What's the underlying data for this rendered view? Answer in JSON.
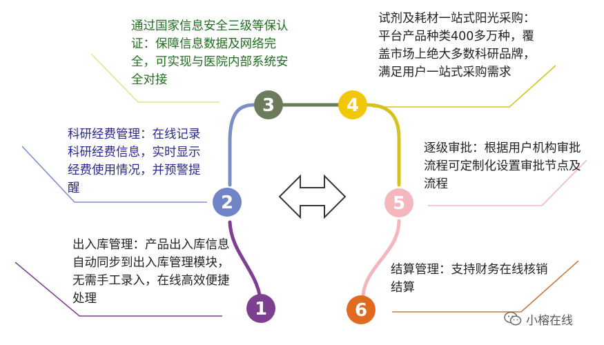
{
  "steps": [
    {
      "number": "1",
      "text": "出入库管理：产品出入库信息自动同步到出入库管理模块，无需手工录入，在线高效便捷处理",
      "color": "#7d3f8f",
      "line_color": "#7d3f8f"
    },
    {
      "number": "2",
      "text": "科研经费管理：在线记录科研经费信息，实时显示经费使用情况，并预警提醒",
      "color": "#6f85c8",
      "line_color": "#7a8fc4"
    },
    {
      "number": "3",
      "text": "通过国家信息安全三级等保认证：保障信息数据及网络完全，可实现与医院内部系统安全对接",
      "color": "#6b7b5c",
      "line_color": "#e4e48a"
    },
    {
      "number": "4",
      "text": "试剂及耗材一站式阳光采购：平台产品种类400多万种，覆盖市场上绝大多数科研品牌，满足用户一站式采购需求",
      "color": "#f0c70a",
      "line_color": "#d6c21e"
    },
    {
      "number": "5",
      "text": "逐级审批：根据用户机构审批流程可定制化设置审批节点及流程",
      "color": "#f5b6be",
      "line_color": "#f3b5be"
    },
    {
      "number": "6",
      "text": "结算管理：支持财务在线核销结算",
      "color": "#e06a1f",
      "line_color": "#c87a3a"
    }
  ],
  "watermark": {
    "text": "小榕在线",
    "icon": "wechat-icon"
  }
}
